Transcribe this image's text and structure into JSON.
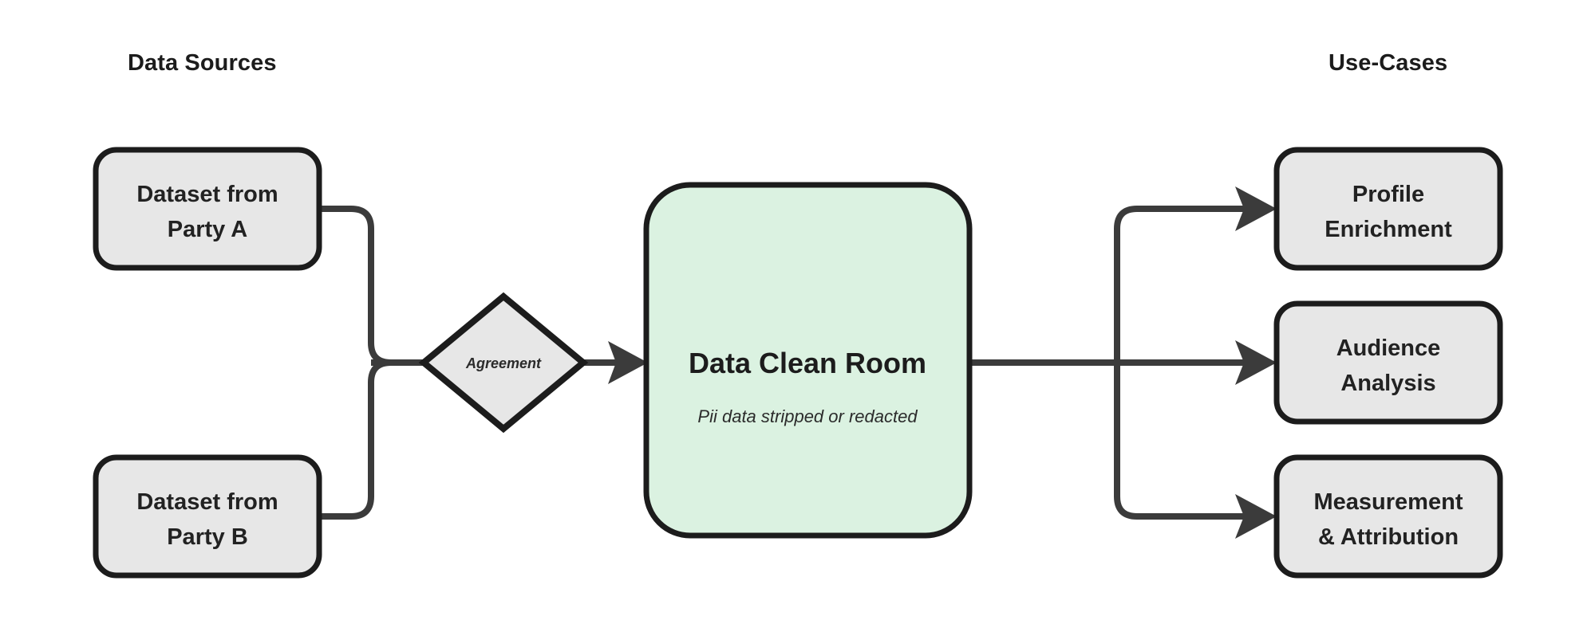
{
  "diagram": {
    "title_left": "Data Sources",
    "title_right": "Use-Cases",
    "background_color": "#ffffff",
    "node_fill": "#e7e7e7",
    "node_green_fill": "#dbf2e1",
    "node_stroke": "#1c1c1c",
    "edge_color": "#3b3b3b"
  },
  "headers": {
    "left": "Data Sources",
    "right": "Use-Cases"
  },
  "sources": [
    {
      "line1": "Dataset from",
      "line2": "Party A"
    },
    {
      "line1": "Dataset from",
      "line2": "Party B"
    }
  ],
  "gate": {
    "label": "Agreement"
  },
  "clean_room": {
    "title": "Data Clean Room",
    "subtitle": "Pii data stripped or redacted"
  },
  "use_cases": [
    {
      "line1": "Profile",
      "line2": "Enrichment"
    },
    {
      "line1": "Audience",
      "line2": "Analysis"
    },
    {
      "line1": "Measurement",
      "line2": "& Attribution"
    }
  ]
}
